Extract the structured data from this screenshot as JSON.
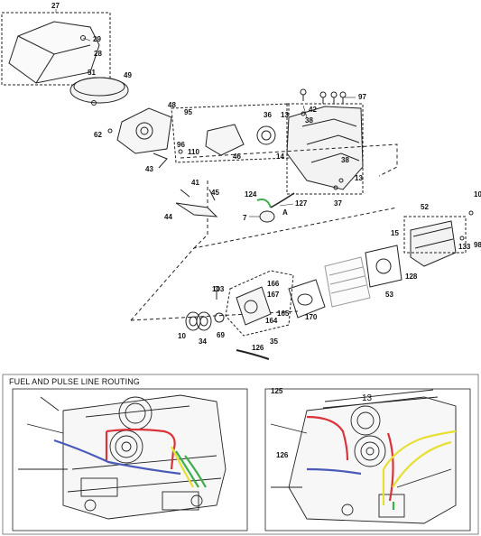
{
  "routing_panel": {
    "title": "FUEL AND PULSE LINE ROUTING",
    "left_inset_labels": [],
    "right_inset_labels": [
      "125",
      "13",
      "126"
    ]
  },
  "part_numbers": {
    "p27": "27",
    "p29": "29",
    "p28": "28",
    "p51": "51",
    "p49": "49",
    "p48": "48",
    "p95": "95",
    "p62": "62",
    "p96": "96",
    "p110": "110",
    "p43": "43",
    "p36": "36",
    "p13a": "13",
    "p38a": "38",
    "p42": "42",
    "p97": "97",
    "p14": "14",
    "p46": "46",
    "p38b": "38",
    "p13b": "13",
    "p37": "37",
    "p41": "41",
    "p45": "45",
    "p44": "44",
    "p124": "124",
    "p127": "127",
    "p7": "7",
    "pA": "A",
    "p52": "52",
    "p10r": "10",
    "p15": "15",
    "p133": "133",
    "p98": "98",
    "p128": "128",
    "p53": "53",
    "p103": "103",
    "p166": "166",
    "p167": "167",
    "p165": "165",
    "p164": "164",
    "p170": "170",
    "p10": "10",
    "p34": "34",
    "p69": "69",
    "p35": "35",
    "p126": "126"
  },
  "colors": {
    "fuel_line_red": "#d9343a",
    "pulse_line_blue": "#4a5ab8",
    "line_yellow": "#e8df33",
    "line_green": "#3fae4a",
    "line_work": "#222222"
  },
  "icons": [
    "screw-icon",
    "bolt-icon",
    "spring-icon"
  ]
}
